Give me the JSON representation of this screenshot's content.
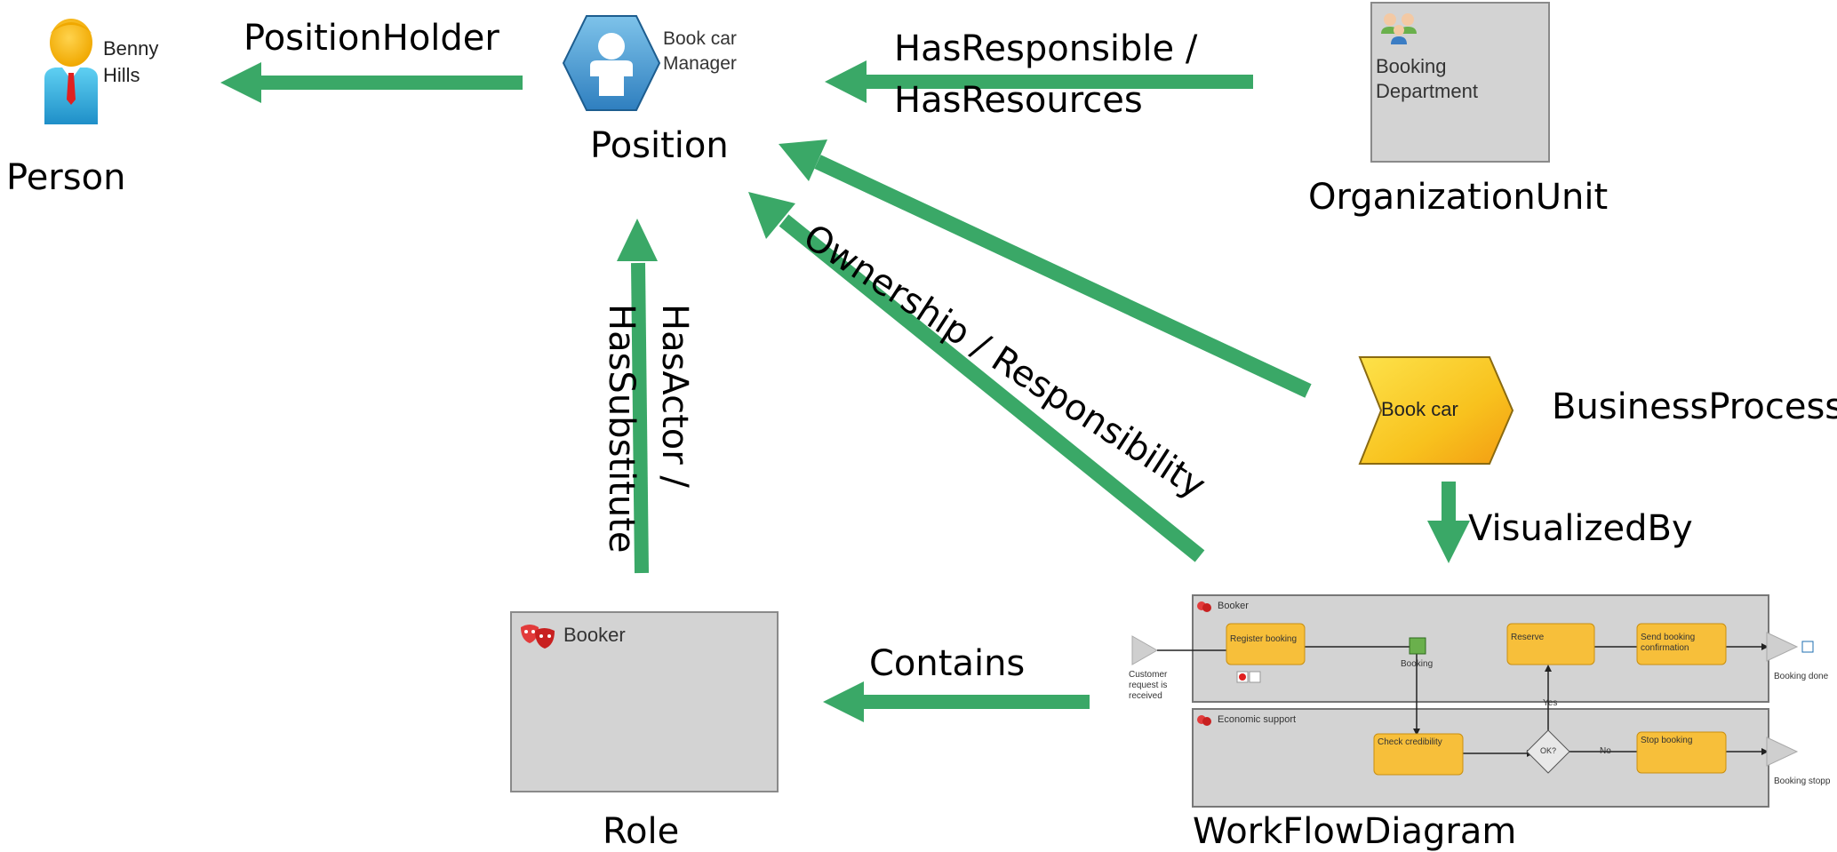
{
  "colors": {
    "arrow": "#3aa867",
    "box_fill": "#d3d3d3",
    "box_border": "#8a8a8a",
    "task_fill": "#f7bf3a",
    "process_fill_start": "#fde24a",
    "process_fill_end": "#f39c12"
  },
  "nodes": {
    "person": {
      "type_label": "Person",
      "name_line1": "Benny",
      "name_line2": "Hills"
    },
    "position": {
      "type_label": "Position",
      "name_line1": "Book car",
      "name_line2": "Manager"
    },
    "org_unit": {
      "type_label": "OrganizationUnit",
      "name_line1": "Booking",
      "name_line2": "Department"
    },
    "business_process": {
      "type_label": "BusinessProcess",
      "name": "Book car"
    },
    "role": {
      "type_label": "Role",
      "name": "Booker"
    },
    "workflow": {
      "type_label": "WorkFlowDiagram",
      "lane1": "Booker",
      "lane2": "Economic support",
      "start_event": "Customer request is received",
      "tasks": {
        "register": "Register booking",
        "reserve": "Reserve",
        "send_confirmation": "Send booking confirmation",
        "check": "Check credibility",
        "stop": "Stop booking"
      },
      "data_object": "Booking",
      "gateway": "OK?",
      "yes_label": "Yes",
      "no_label": "No",
      "end_done": "Booking done",
      "end_stopped": "Booking stopp"
    }
  },
  "relations": {
    "position_holder": "PositionHolder",
    "has_responsible_line1": "HasResponsible /",
    "has_responsible_line2": "HasResources",
    "ownership": "Ownership / Responsibility",
    "has_actor_line1": "HasActor /",
    "has_actor_line2": "HasSubstitute",
    "visualized_by": "VisualizedBy",
    "contains": "Contains"
  }
}
